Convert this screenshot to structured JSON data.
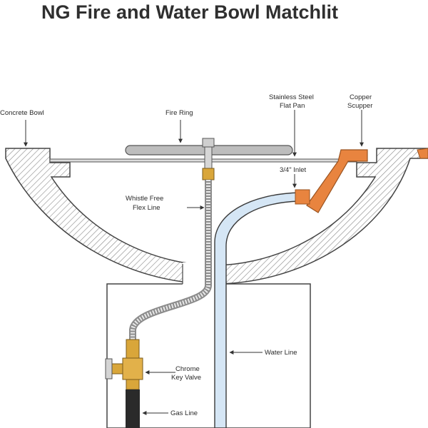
{
  "title": "NG Fire and Water Bowl Matchlit",
  "labels": {
    "concrete_bowl": "Concrete Bowl",
    "fire_ring": "Fire Ring",
    "flat_pan_line1": "Stainless Steel",
    "flat_pan_line2": "Flat Pan",
    "scupper_line1": "Copper",
    "scupper_line2": "Scupper",
    "inlet": "3/4\" Inlet",
    "flex_line1": "Whistle Free",
    "flex_line2": "Flex Line",
    "water_line": "Water Line",
    "valve_line1": "Chrome",
    "valve_line2": "Key Valve",
    "gas_line": "Gas Line"
  },
  "colors": {
    "copper": "#e8843f",
    "water_pipe": "#d5e6f5",
    "brass": "#d9a63a",
    "outline": "#3a3a3a"
  }
}
